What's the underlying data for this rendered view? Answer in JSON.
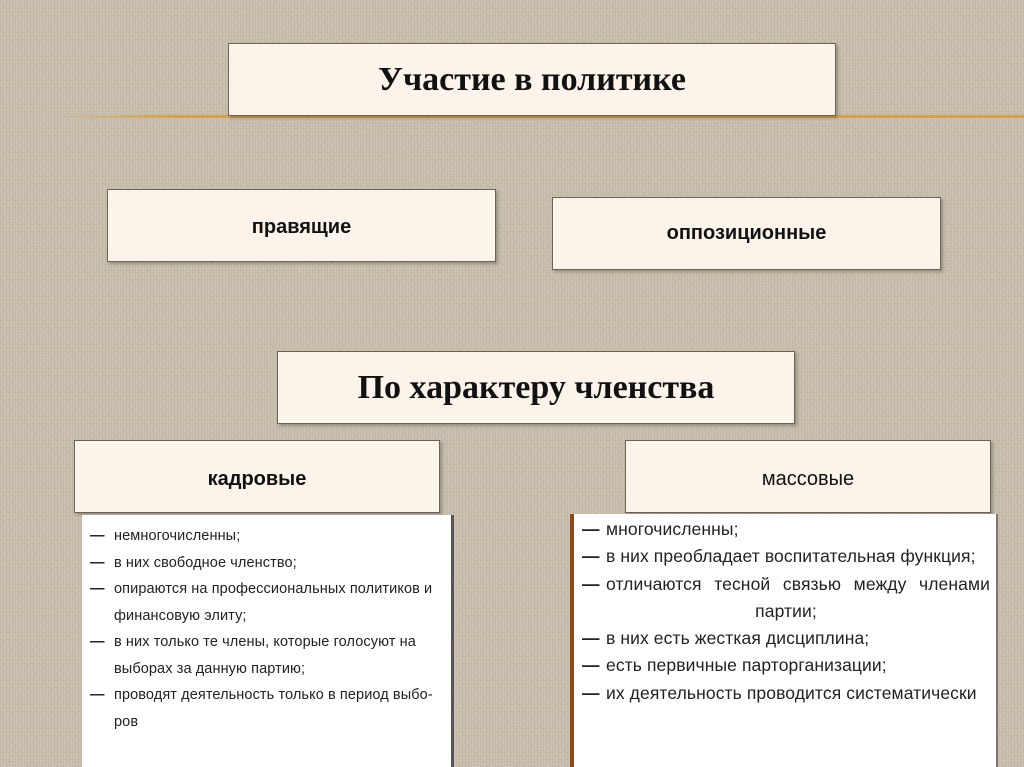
{
  "title": "Участие в политике",
  "by_participation": {
    "ruling": "правящие",
    "opposition": "оппозиционные"
  },
  "membership_title": "По характеру членства",
  "by_membership": {
    "cadre": {
      "label": "кадровые",
      "items": [
        "немногочисленны;",
        "в них свободное членство;",
        "опираются на профессиональных политиков и",
        "финансовую элиту;",
        "в них только те члены, которые голосуют на",
        "выборах за данную партию;",
        "проводят деятельность только в период выбо-",
        "ров"
      ]
    },
    "mass": {
      "label": "массовые",
      "items": [
        "многочисленны;",
        "в них преобладает воспитательная функция;",
        "отличаются тесной связью между членами",
        "партии;",
        "в них есть жесткая дисциплина;",
        "есть первичные парторганизации;",
        "их деятельность проводится систематически"
      ]
    }
  },
  "colors": {
    "background": "#c9c0ae",
    "box_fill": "#fcf3ea",
    "accent": "#d6a046"
  }
}
